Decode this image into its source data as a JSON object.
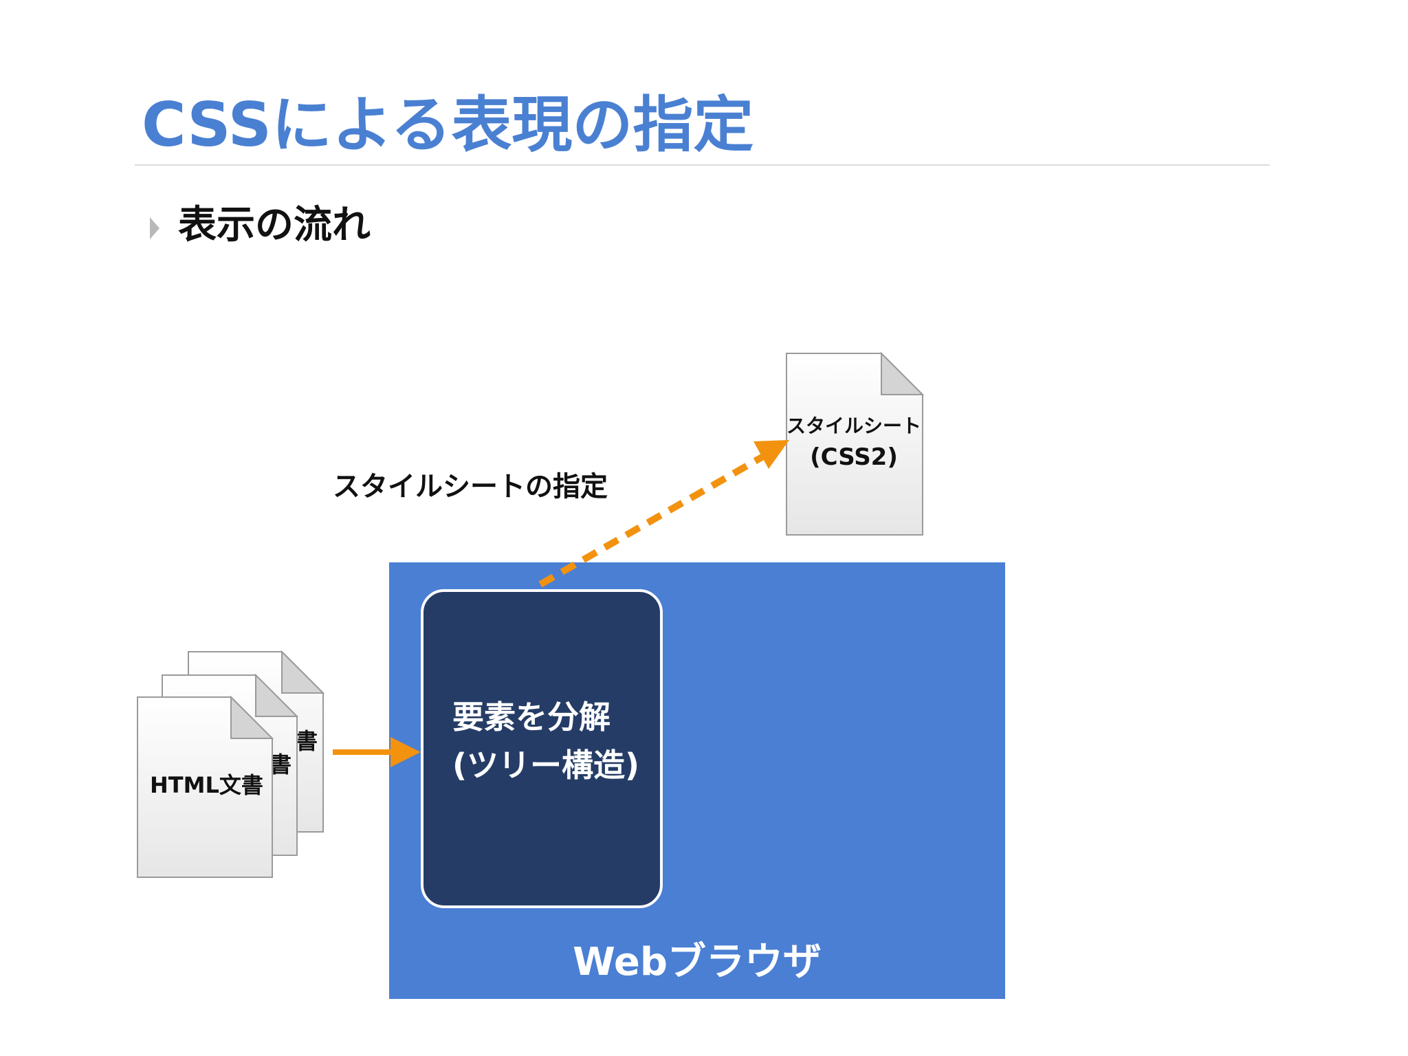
{
  "slide": {
    "title": "CSSによる表現の指定",
    "bullet": "表示の流れ"
  },
  "diagram": {
    "html_docs": {
      "front_label": "HTML文書",
      "back_labels": [
        "書",
        "書"
      ]
    },
    "browser": {
      "label": "Webブラウザ"
    },
    "parse_box": {
      "line1": "要素を分解",
      "line2": "(ツリー構造)"
    },
    "stylesheet": {
      "line1": "スタイルシート",
      "line2": "(CSS2)"
    },
    "spec_label": "スタイルシートの指定"
  },
  "colors": {
    "title": "#4a80d2",
    "browser_fill": "#4a7fd3",
    "parse_fill": "#253d66",
    "arrow": "#f2920f",
    "rule": "#dcdcdc"
  }
}
